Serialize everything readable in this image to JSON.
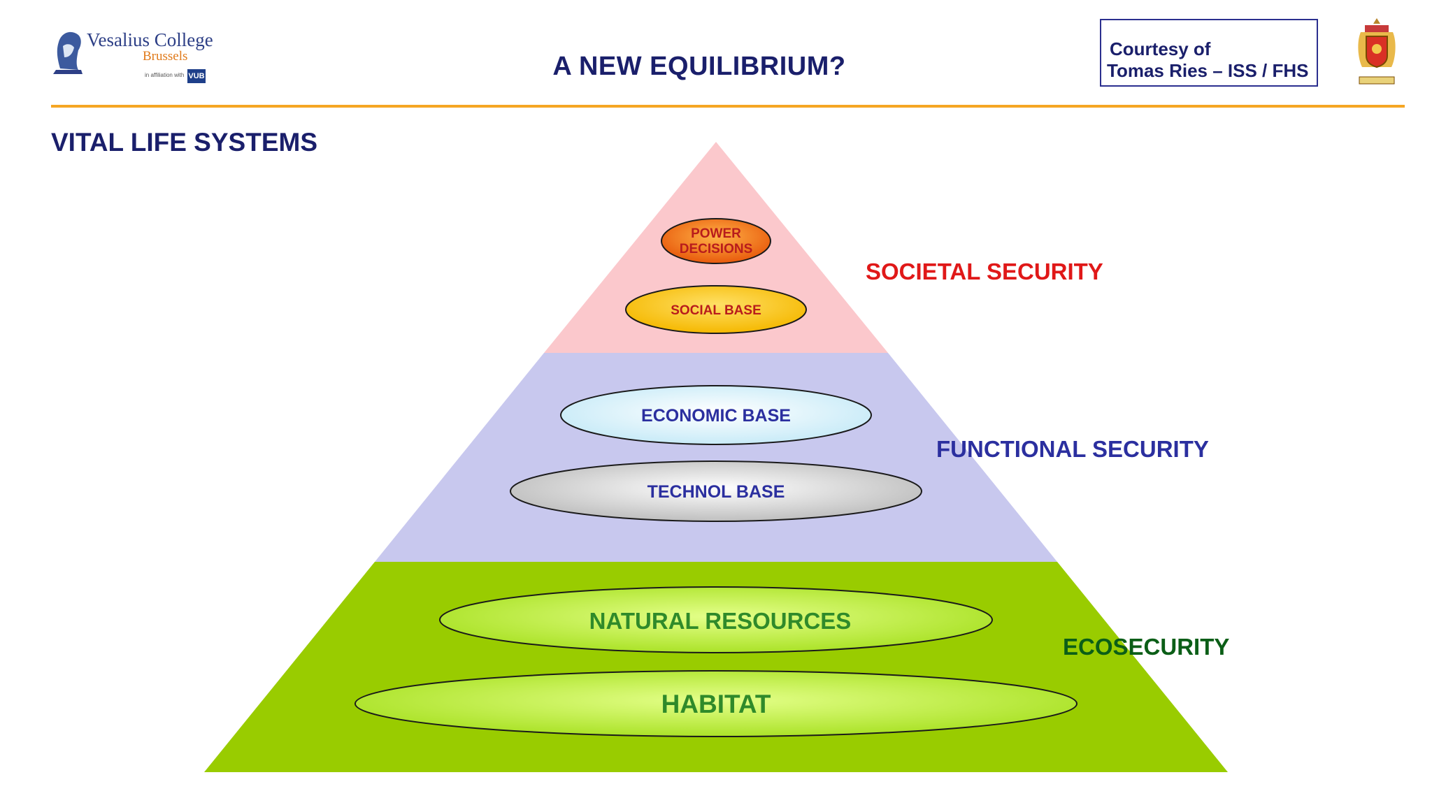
{
  "header": {
    "title": "A NEW EQUILIBRIUM?",
    "credit_line1": "Courtesy of",
    "credit_line2": "Tomas Ries – ISS / FHS",
    "logo_name": "Vesalius College",
    "logo_city": "Brussels",
    "logo_affiliation": "in affiliation with",
    "logo_vub": "VUB"
  },
  "section_title": "VITAL LIFE SYSTEMS",
  "pyramid": {
    "tiers": [
      {
        "label": "SOCIETAL SECURITY",
        "color": "#fbc8cc",
        "label_color": "#e01818",
        "ellipses": [
          {
            "text_lines": [
              "POWER",
              "DECISIONS"
            ],
            "fill": "#f58a1f",
            "text_color": "#b81c1c"
          },
          {
            "text_lines": [
              "SOCIAL BASE"
            ],
            "fill": "#ffd21a",
            "text_color": "#b81c1c"
          }
        ]
      },
      {
        "label": "FUNCTIONAL SECURITY",
        "color": "#c8c8ee",
        "label_color": "#2b2f9f",
        "ellipses": [
          {
            "text_lines": [
              "ECONOMIC BASE"
            ],
            "fill": "#d8f1fb",
            "text_color": "#2b2f9f"
          },
          {
            "text_lines": [
              "TECHNOL BASE"
            ],
            "fill": "#d6d6d6",
            "text_color": "#2b2f9f"
          }
        ]
      },
      {
        "label": "ECOSECURITY",
        "color": "#99cc00",
        "label_color": "#0b5e17",
        "ellipses": [
          {
            "text_lines": [
              "NATURAL RESOURCES"
            ],
            "fill": "#c9f24a",
            "text_color": "#2f8a2a"
          },
          {
            "text_lines": [
              "HABITAT"
            ],
            "fill": "#c9f24a",
            "text_color": "#2f8a2a"
          }
        ]
      }
    ]
  }
}
